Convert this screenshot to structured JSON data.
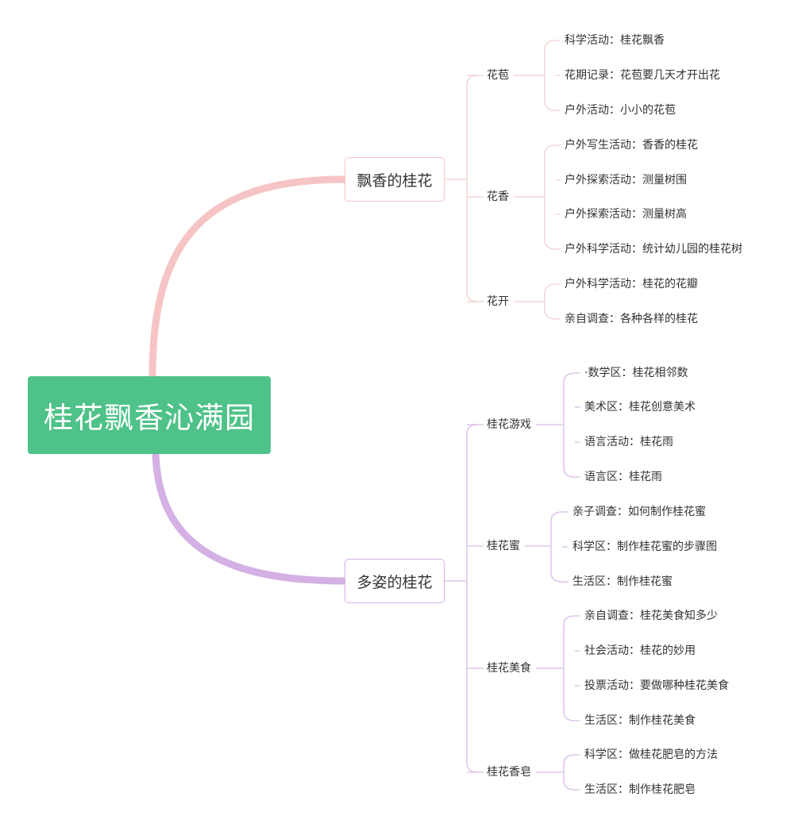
{
  "root": {
    "label": "桂花飘香沁满园"
  },
  "colors": {
    "root_fill": "#4ec288",
    "branch_pink": "#f6c4c4",
    "branch_purple": "#d4b0e4",
    "thin_pink": "#f3cfcf",
    "thin_purple": "#d9bce6"
  },
  "branches": [
    {
      "label": "飘香的桂花",
      "groups": [
        {
          "label": "花苞",
          "leaves": [
            "科学活动：桂花飘香",
            "花期记录：花苞要几天才开出花",
            "户外活动：小小的花苞"
          ]
        },
        {
          "label": "花香",
          "leaves": [
            "户外写生活动：香香的桂花",
            "户外探索活动：测量树围",
            "户外探索活动：测量树高",
            "户外科学活动：统计幼儿园的桂花树"
          ]
        },
        {
          "label": "花开",
          "leaves": [
            "户外科学活动：桂花的花瓣",
            "亲自调查：各种各样的桂花"
          ]
        }
      ]
    },
    {
      "label": "多姿的桂花",
      "groups": [
        {
          "label": "桂花游戏",
          "leaves": [
            "·数学区：桂花相邻数",
            "美术区：桂花创意美术",
            "语言活动：桂花雨",
            "语言区：桂花雨"
          ]
        },
        {
          "label": "桂花蜜",
          "leaves": [
            "亲子调查：如何制作桂花蜜",
            "科学区：制作桂花蜜的步骤图",
            "生活区：制作桂花蜜"
          ]
        },
        {
          "label": "桂花美食",
          "leaves": [
            "亲自调查：桂花美食知多少",
            "社会活动：桂花的妙用",
            "投票活动：要做哪种桂花美食",
            "生活区：制作桂花美食"
          ]
        },
        {
          "label": "桂花香皂",
          "leaves": [
            "科学区：做桂花肥皂的方法",
            "生活区：制作桂花肥皂"
          ]
        }
      ]
    }
  ]
}
